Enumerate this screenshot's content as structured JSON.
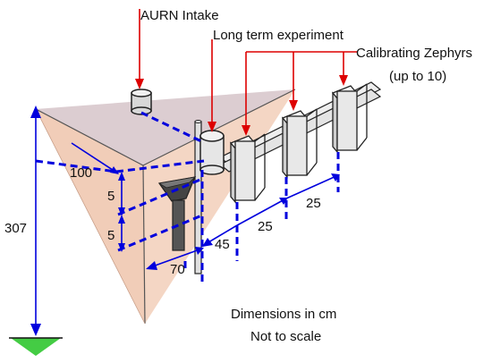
{
  "labels": {
    "aurn_intake": "AURN Intake",
    "long_term": "Long term experiment",
    "calibrating_line1": "Calibrating Zephyrs",
    "calibrating_line2": "(up to 10)"
  },
  "dimensions": {
    "d307": "307",
    "d100": "100",
    "d5_upper": "5",
    "d5_lower": "5",
    "d70": "70",
    "d45": "45",
    "d25_a": "25",
    "d25_b": "25"
  },
  "notes": {
    "line1": "Dimensions in cm",
    "line2": "Not to scale"
  },
  "colors": {
    "callout": "#dd0000",
    "dimension": "#0000dd",
    "wall": "#f0c8b0",
    "roof": "#d8c8cc",
    "ground": "#44cc44",
    "device": "#e8e8e8"
  }
}
